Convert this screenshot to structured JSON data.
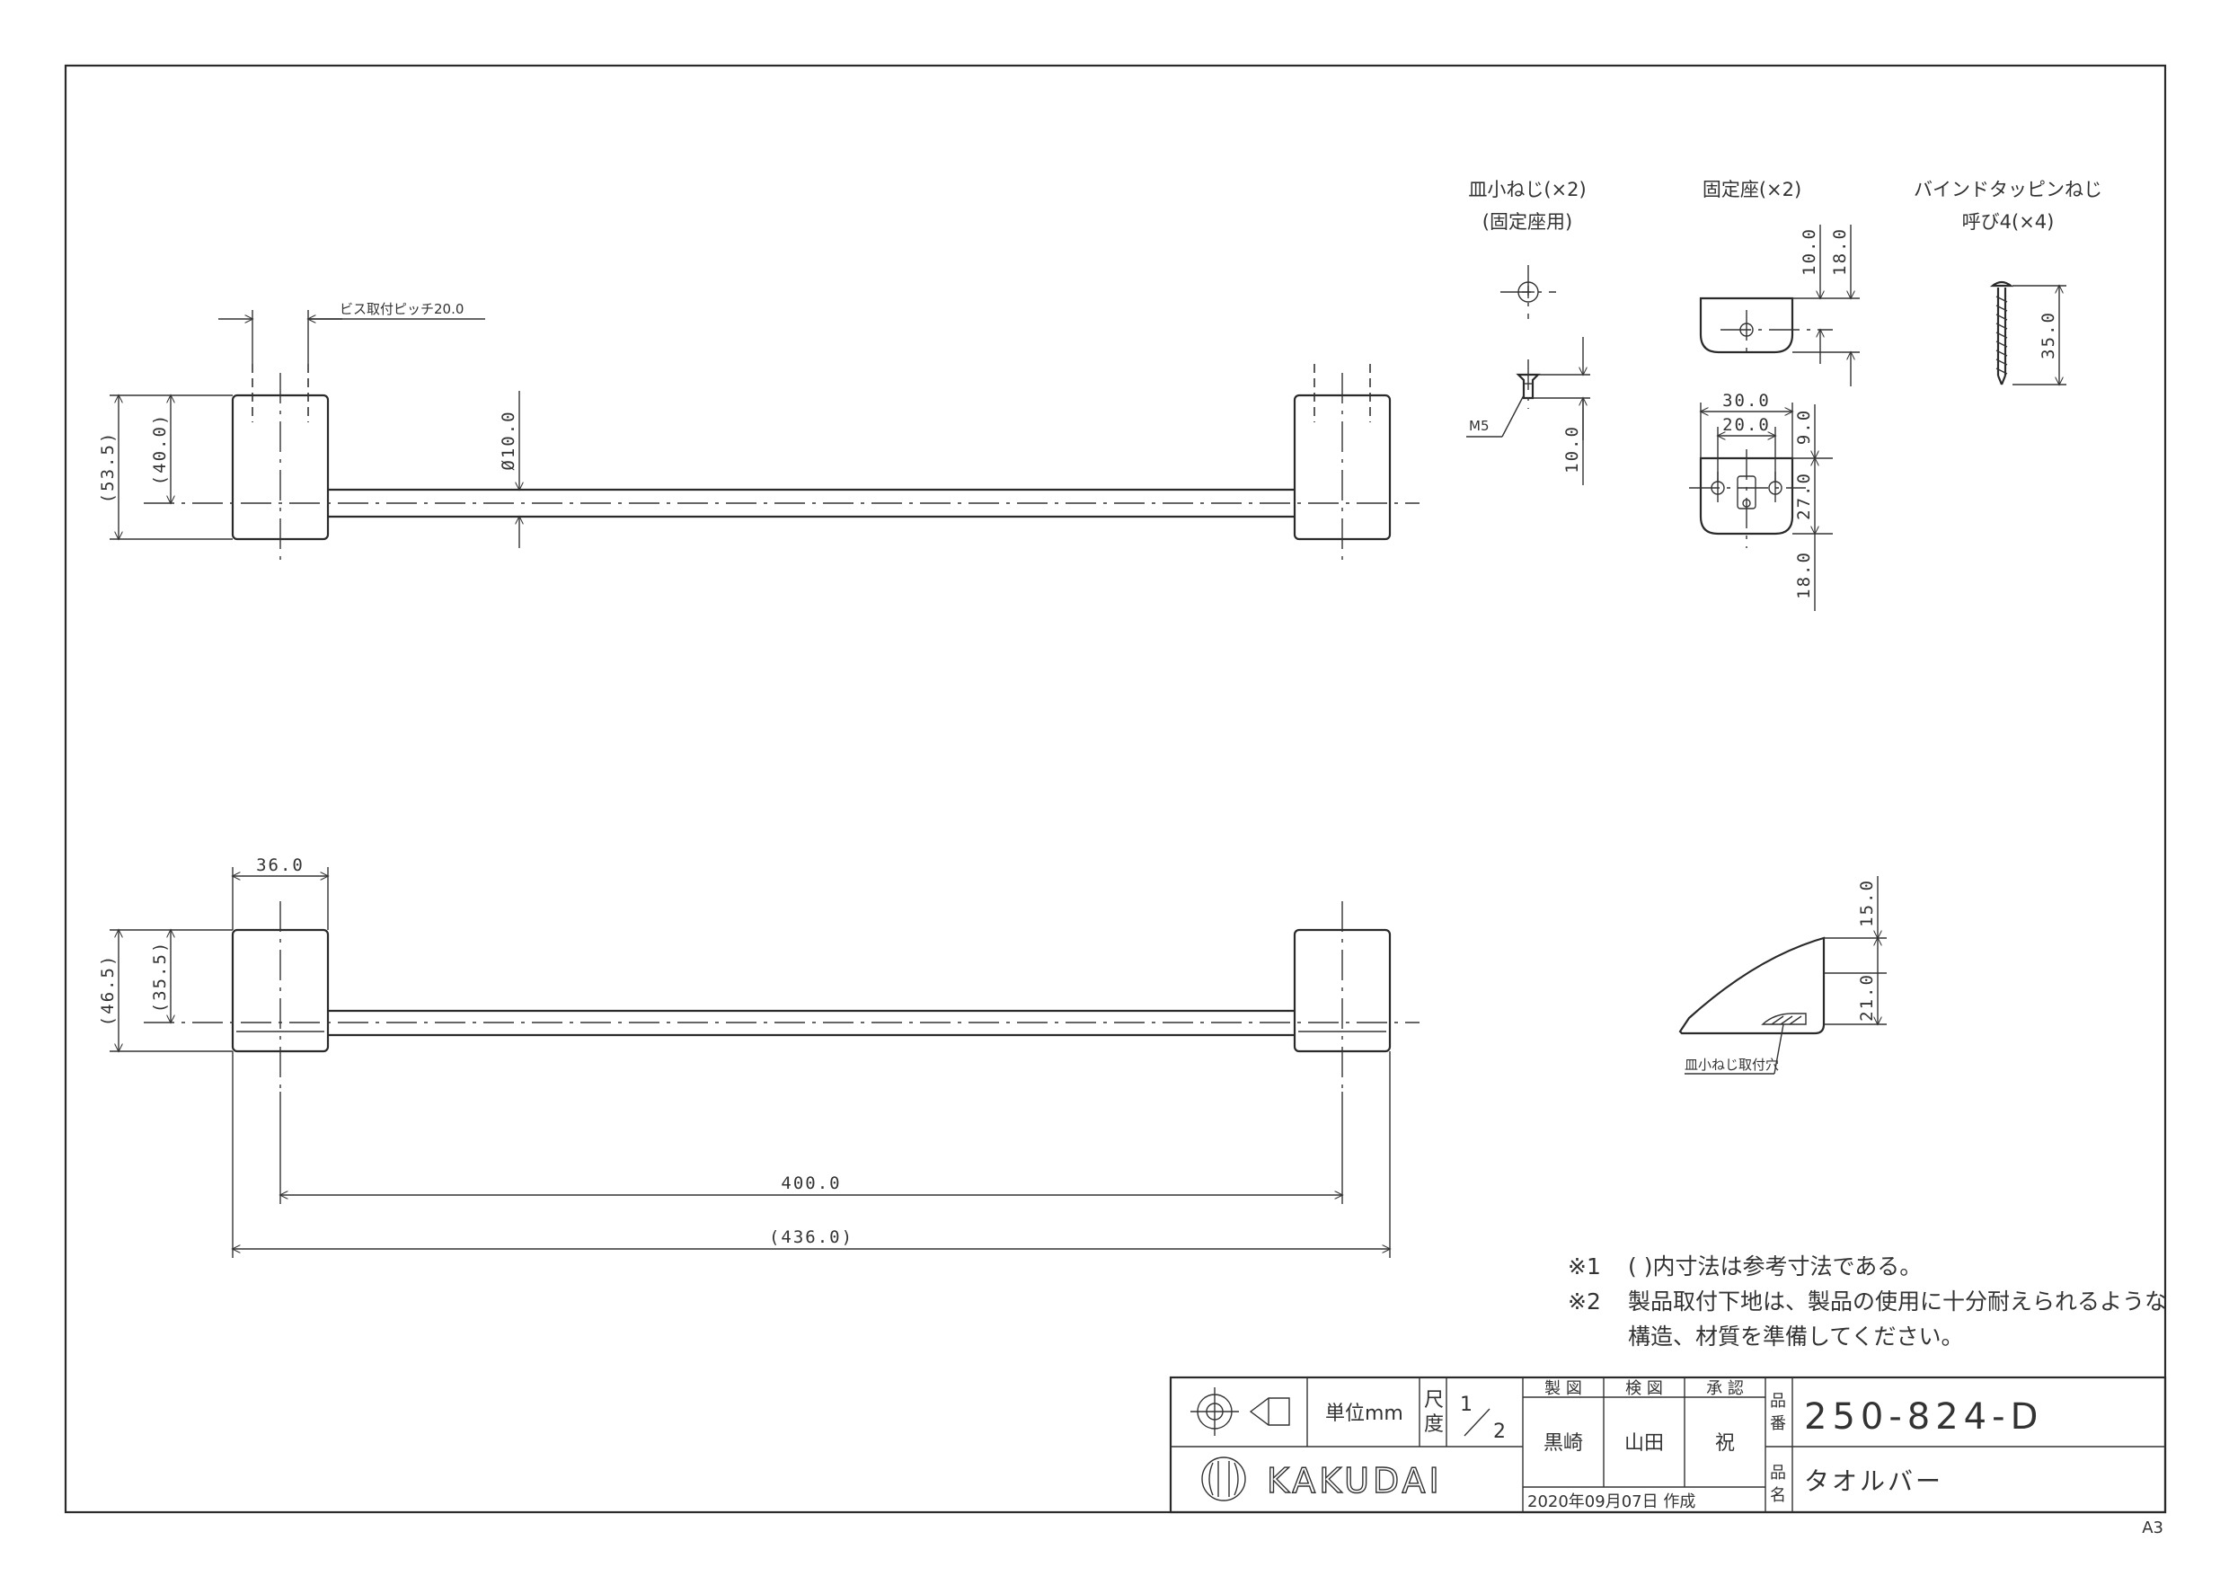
{
  "top_view": {
    "screw_pitch": "ビス取付ピッチ20.0",
    "bar_diameter": "Ø10.0",
    "height_total": "(53.5)",
    "height_center": "(40.0)"
  },
  "front_view": {
    "block_width": "36.0",
    "height_total": "(46.5)",
    "height_center": "(35.5)",
    "center_distance": "400.0",
    "overall_length": "(436.0)"
  },
  "parts": {
    "screw": {
      "title": "皿小ねじ(×2)",
      "subtitle": "(固定座用)",
      "thread": "M5",
      "length": "10.0"
    },
    "mount": {
      "title": "固定座(×2)",
      "dim_height_inner": "10.0",
      "dim_height_outer": "18.0",
      "dim_width_outer": "30.0",
      "dim_width_inner": "20.0",
      "dim_top": "9.0",
      "dim_depth": "27.0",
      "dim_bottom": "18.0"
    },
    "tapping_screw": {
      "title": "バインドタッピンねじ",
      "subtitle": "呼び4(×4)",
      "length": "35.0"
    },
    "side_view": {
      "dim_top": "15.0",
      "dim_bottom": "21.0",
      "hole_label": "皿小ねじ取付穴"
    }
  },
  "notes": {
    "note1_mark": "※1",
    "note1_text": "(  )内寸法は参考寸法である。",
    "note2_mark": "※2",
    "note2_line1": "製品取付下地は、製品の使用に十分耐えられるような",
    "note2_line2": "構造、材質を準備してください。"
  },
  "title_block": {
    "unit_label": "単位mm",
    "scale_label_top": "尺",
    "scale_label_bottom": "度",
    "scale_num": "1",
    "scale_den": "2",
    "drawn_label": "製 図",
    "checked_label": "検 図",
    "approved_label": "承 認",
    "drawn_by": "黒崎",
    "checked_by": "山田",
    "approved_by": "祝",
    "date": "2020年09月07日 作成",
    "part_no_label_top": "品",
    "part_no_label_bottom": "番",
    "part_no": "250-824-D",
    "part_name_label_top": "品",
    "part_name_label_bottom": "名",
    "part_name": "タオルバー",
    "company": "KAKUDAI"
  },
  "sheet_size": "A3"
}
